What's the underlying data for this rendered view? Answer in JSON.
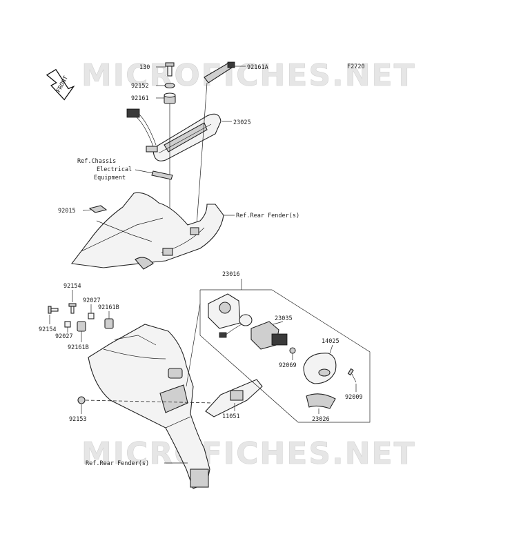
{
  "watermark": {
    "text": "MICROFICHES.NET"
  },
  "diagram_code": "F2720",
  "front_label": "FRONT",
  "parts": {
    "p130": "130",
    "p92161A": "92161A",
    "p92152": "92152",
    "p92161": "92161",
    "p23025": "23025",
    "p92015": "92015",
    "p23016": "23016",
    "p92154_top": "92154",
    "p92027_top": "92027",
    "p92161B_top": "92161B",
    "p92154_left": "92154",
    "p92027_left": "92027",
    "p92161B_bottom": "92161B",
    "p23035": "23035",
    "p14025": "14025",
    "p92069": "92069",
    "p92009": "92009",
    "p23026": "23026",
    "p11051": "11051",
    "p92153": "92153"
  },
  "references": {
    "chassis_line1": "Ref.Chassis",
    "chassis_line2": "Electrical",
    "chassis_line3": "Equipment",
    "rear_fender_upper": "Ref.Rear Fender(s)",
    "rear_fender_lower": "Ref.Rear Fender(s)"
  }
}
